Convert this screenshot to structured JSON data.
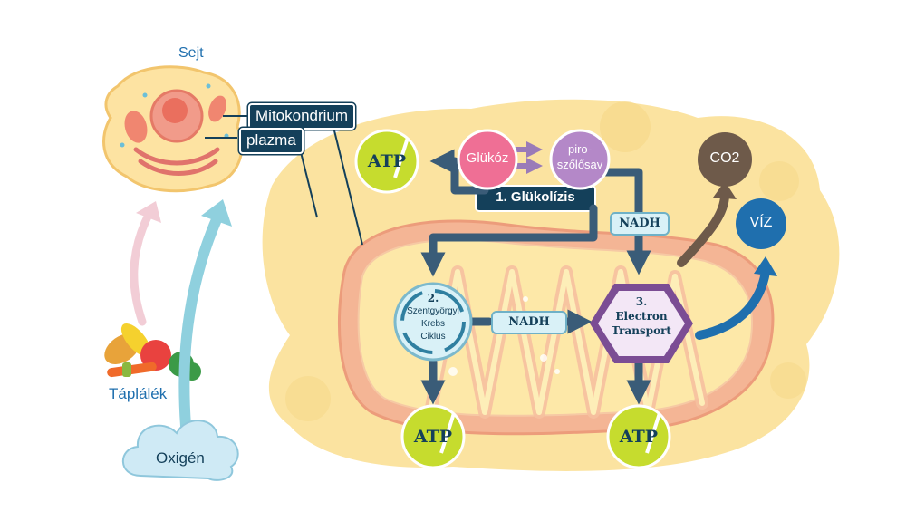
{
  "labels": {
    "cell": "Sejt",
    "mitochondrion": "Mitokondrium",
    "plasma": "plazma",
    "food": "Táplálék",
    "oxygen": "Oxigén",
    "glucose": "Glükóz",
    "pyruvate_line1": "piro-",
    "pyruvate_line2": "szőlősav",
    "glycolysis": "1. Glükolízis",
    "krebs_line1": "2.",
    "krebs_line2": "Szentgyörgyi",
    "krebs_line3": "Krebs",
    "krebs_line4": "Ciklus",
    "nadh": "NADH",
    "electron_line1": "3.",
    "electron_line2": "Electron",
    "electron_line3": "Transport",
    "atp": "ATP",
    "co2": "CO2",
    "water": "VÍZ"
  },
  "colors": {
    "cytoplasm": "#fbe6a6",
    "mito_outer": "#f2b08f",
    "navy": "#14405a",
    "atp_green": "#c6dc2e",
    "glucose_pink": "#ef6f95",
    "pyruvate_purple": "#b488c8",
    "krebs_teal": "#2f7fa0",
    "electron_purple": "#7b4d94",
    "co2_brown": "#6e5a4a",
    "water_blue": "#1f6fae",
    "oxygen_blue": "#cfeaf5"
  }
}
